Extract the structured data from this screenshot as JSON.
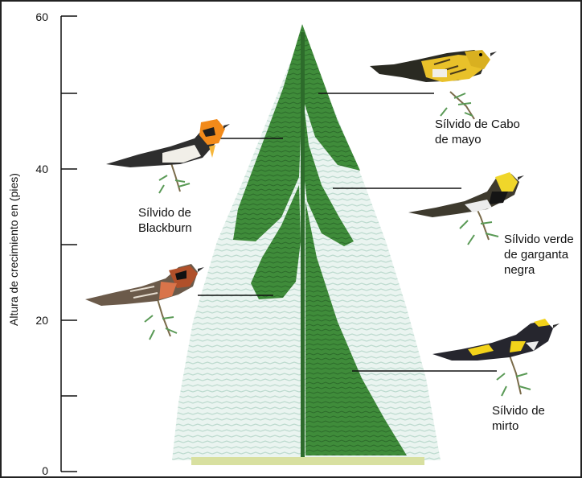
{
  "axis": {
    "title": "Altura de crecimiento en (pies)",
    "ticks": [
      "0",
      "20",
      "40",
      "60"
    ],
    "max": 60
  },
  "birds": [
    {
      "id": "cape-may",
      "lines": [
        "Sílvido de Cabo",
        "de mayo"
      ],
      "height_ft": 50
    },
    {
      "id": "blackburnian",
      "lines": [
        "Sílvido de",
        "Blackburn"
      ],
      "height_ft": 44
    },
    {
      "id": "black-throated-green",
      "lines": [
        "Sílvido verde",
        "de garganta",
        "negra"
      ],
      "height_ft": 37
    },
    {
      "id": "bay-breasted",
      "lines": [],
      "height_ft": 23
    },
    {
      "id": "myrtle",
      "lines": [
        "Sílvido de",
        "mirto"
      ],
      "height_ft": 13
    }
  ],
  "colors": {
    "tree_green": "#3f8c3a",
    "tree_dark": "#2d6b2b",
    "pale_tree": "#cfe6de",
    "frame": "#222222"
  }
}
